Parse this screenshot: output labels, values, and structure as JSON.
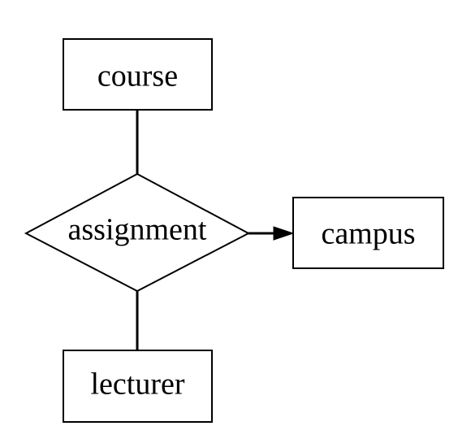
{
  "diagram": {
    "entities": {
      "course": {
        "label": "course"
      },
      "campus": {
        "label": "campus"
      },
      "lecturer": {
        "label": "lecturer"
      }
    },
    "relationship": {
      "label": "assignment"
    },
    "edges": [
      {
        "from": "assignment",
        "to": "course",
        "directed": false
      },
      {
        "from": "assignment",
        "to": "campus",
        "directed": true
      },
      {
        "from": "assignment",
        "to": "lecturer",
        "directed": false
      }
    ]
  }
}
